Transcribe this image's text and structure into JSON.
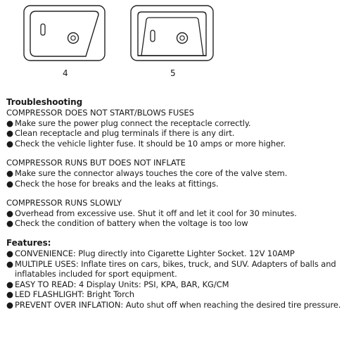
{
  "figures": [
    {
      "label": "4",
      "icon": "rocker-switch-angled-icon"
    },
    {
      "label": "5",
      "icon": "rocker-switch-flat-icon"
    }
  ],
  "troubleshooting": {
    "heading": "Troubleshooting",
    "sections": [
      {
        "title": "COMPRESSOR DOES NOT START/BLOWS FUSES",
        "items": [
          "Make sure the power plug connect the receptacle correctly.",
          "Clean receptacle and plug terminals if there is any dirt.",
          "Check the vehicle lighter fuse. It should be 10 amps or more higher."
        ]
      },
      {
        "title": "COMPRESSOR RUNS BUT DOES NOT INFLATE",
        "items": [
          "Make sure the connector always touches the core of the valve stem.",
          "Check  the hose for breaks and the leaks at fittings."
        ]
      },
      {
        "title": "COMPRESSOR RUNS SLOWLY",
        "items": [
          "Overhead from excessive use. Shut it off and let it cool for 30 minutes.",
          "Check the condition of battery when the voltage is too low"
        ]
      }
    ]
  },
  "features": {
    "heading": "Features:",
    "items": [
      "CONVENIENCE: Plug directly into Cigarette Lighter Socket. 12V 10AMP",
      "MULTIPLE USES: Inflate tires on cars, bikes, truck, and SUV. Adapters of balls and inflatables included for sport equipment.",
      "EASY TO READ: 4 Display Units: PSI, KPA, BAR, KG/CM",
      "LED FLASHLIGHT: Bright Torch",
      "PREVENT OVER INFLATION: Auto shut off when reaching the desired tire pressure."
    ]
  },
  "bullet_char": "●"
}
